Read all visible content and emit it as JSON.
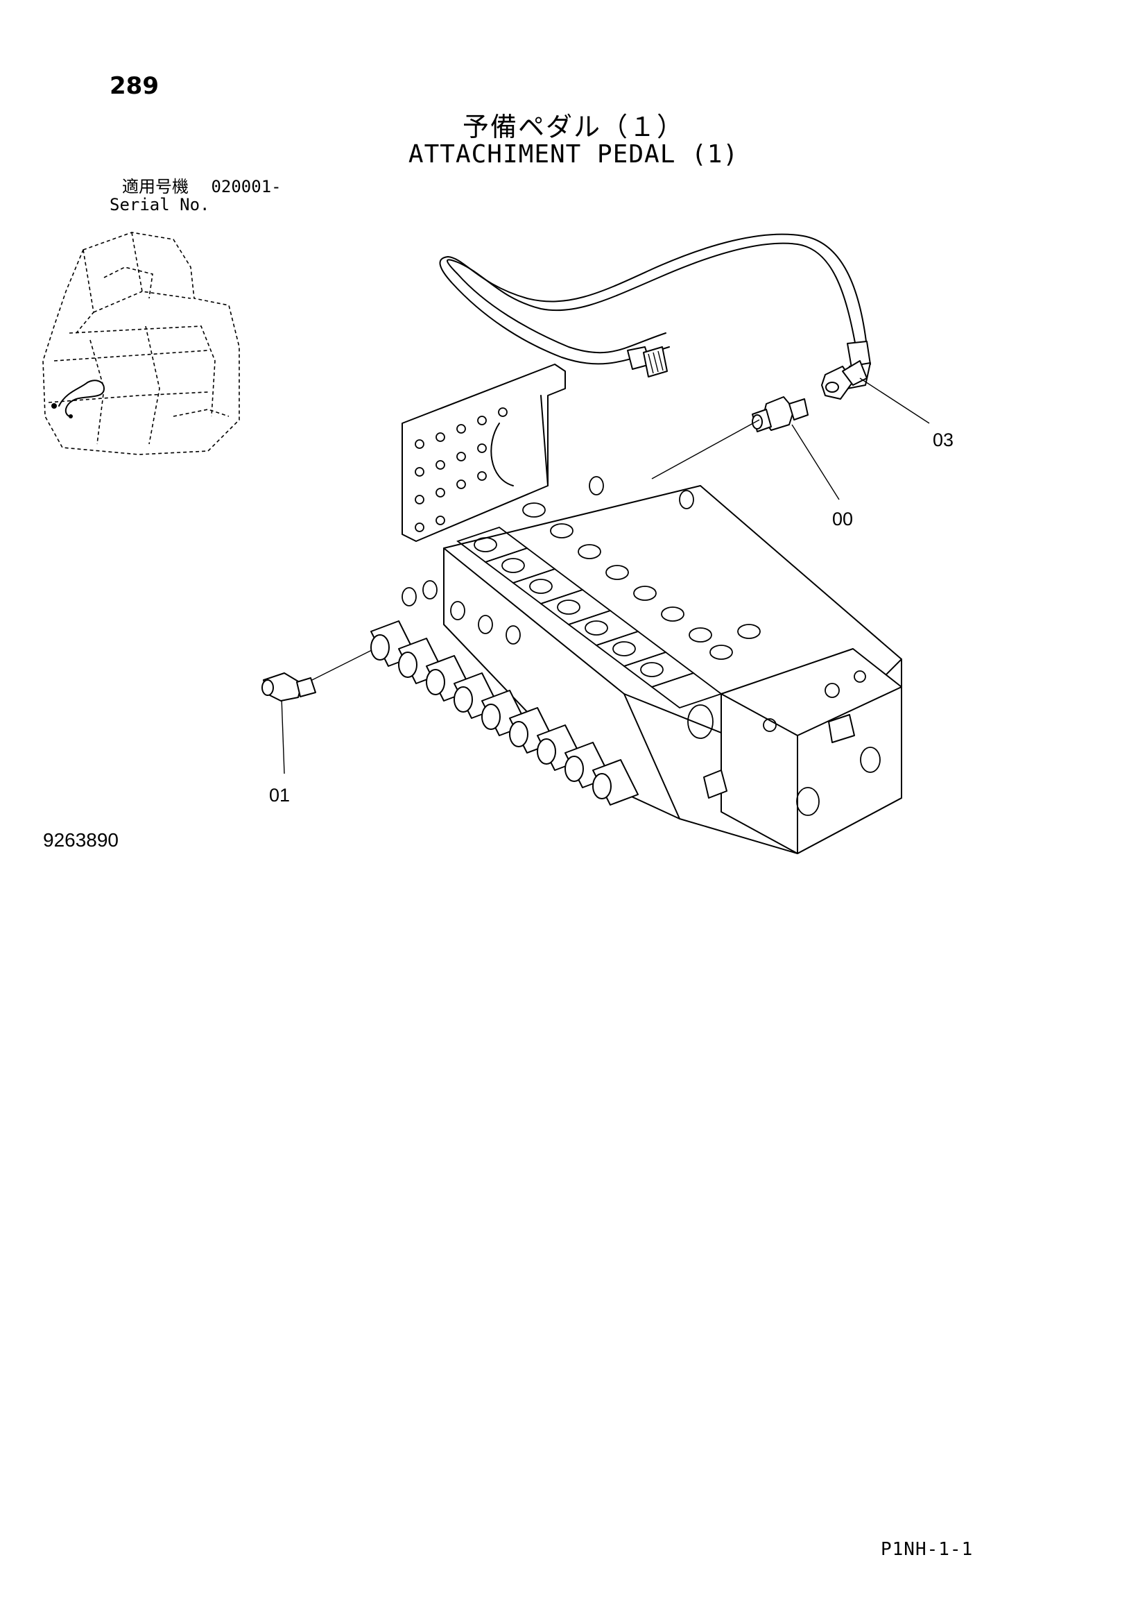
{
  "page": {
    "number": "289",
    "title_jp": "予備ペダル（１）",
    "title_en": "ATTACHIMENT PEDAL (1)",
    "serial_label_jp": "適用号機",
    "serial_label_en": "Serial No.",
    "serial_value": "020001-",
    "drawing_number": "9263890",
    "sheet_code": "P1NH-1-1"
  },
  "callouts": [
    {
      "id": "callout-03",
      "label": "03"
    },
    {
      "id": "callout-00",
      "label": "00"
    },
    {
      "id": "callout-01",
      "label": "01"
    }
  ]
}
